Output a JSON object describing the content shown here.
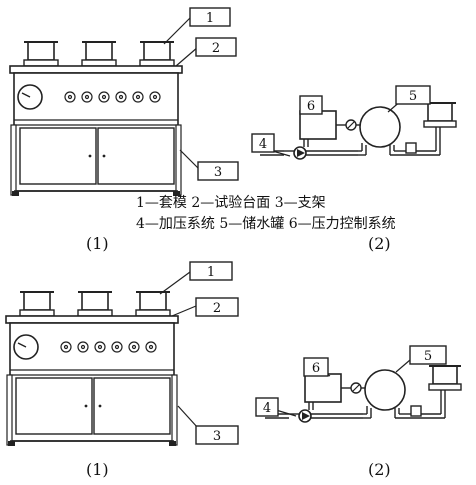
{
  "callout_numbers": [
    "1",
    "2",
    "3",
    "4",
    "5",
    "6"
  ],
  "legend": {
    "line1": "1—套模    2—试验台面 3—支架",
    "line2": "4—加压系统 5—储水罐   6—压力控制系统"
  },
  "captions": {
    "top_left": "(1)",
    "top_right": "(2)",
    "bottom_left": "(1)",
    "bottom_right": "(2)"
  }
}
